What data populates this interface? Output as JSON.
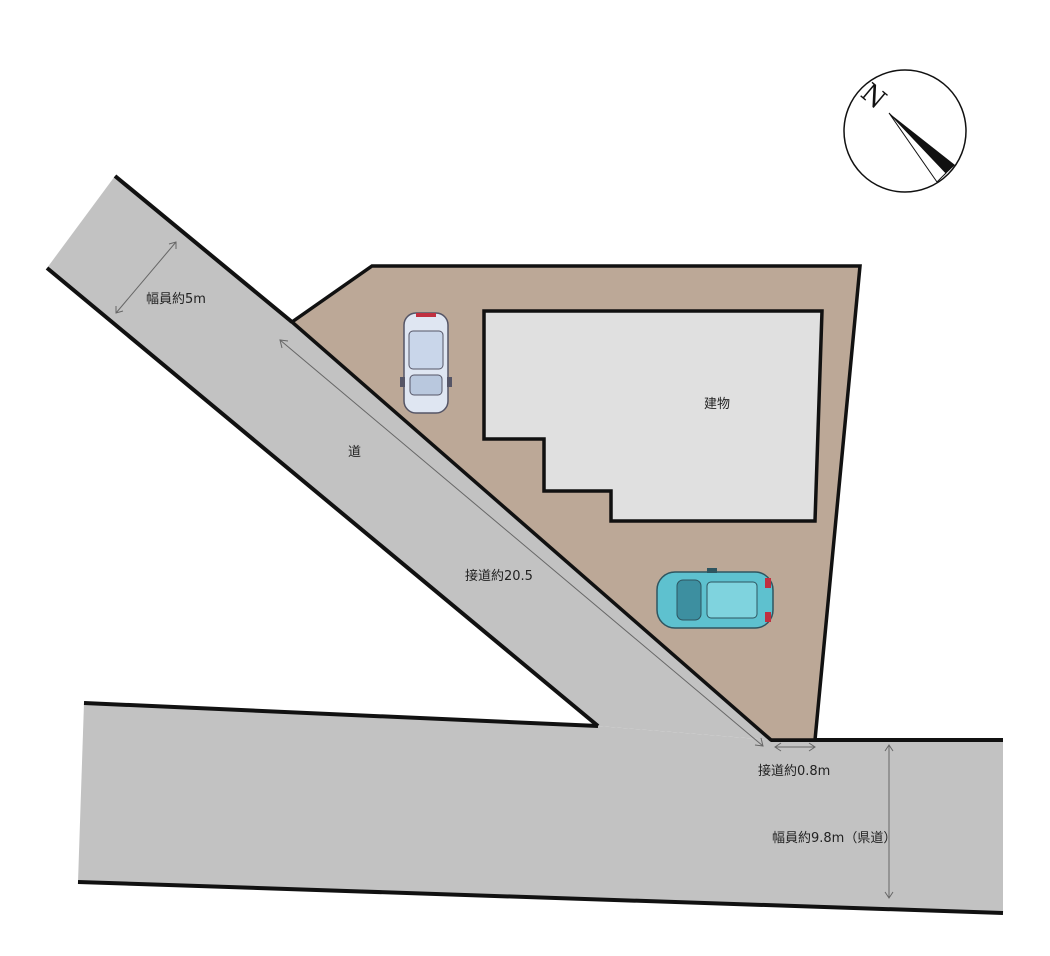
{
  "colors": {
    "road": "#c2c2c2",
    "lot": "#bca897",
    "building": "#e0e0e0",
    "outline": "#111111",
    "car_light": "#dfe6f2",
    "car_teal": "#5ec1cf"
  },
  "compass": {
    "north_label": "N",
    "icon": "north-arrow-icon"
  },
  "labels": {
    "road": "道",
    "road_width": "幅員約5m",
    "frontage_long": "接道約20.5",
    "frontage_short": "接道約0.8m",
    "prefectural_road_width": "幅員約9.8m（県道）",
    "building": "建物"
  },
  "icons": {
    "car_parked_top": "car-icon",
    "car_parked_bottom": "car-icon"
  }
}
